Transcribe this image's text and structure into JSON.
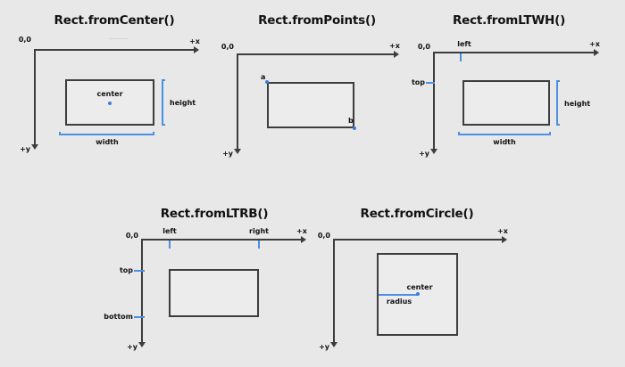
{
  "background_color": "#e8e8e8",
  "accent_color": "#4a90e2",
  "line_color": "#3d3d3d",
  "text_color": "#111111",
  "diagrams": [
    {
      "id": "from-center",
      "title": "Rect.fromCenter()",
      "origin_label": "0,0",
      "x_axis_label": "+x",
      "y_axis_label": "+y",
      "annotations": [
        "center",
        "height",
        "width"
      ]
    },
    {
      "id": "from-points",
      "title": "Rect.fromPoints()",
      "origin_label": "0,0",
      "x_axis_label": "+x",
      "y_axis_label": "+y",
      "annotations": [
        "a",
        "b"
      ]
    },
    {
      "id": "from-ltwh",
      "title": "Rect.fromLTWH()",
      "origin_label": "0,0",
      "x_axis_label": "+x",
      "y_axis_label": "+y",
      "annotations": [
        "left",
        "top",
        "height",
        "width"
      ]
    },
    {
      "id": "from-ltrb",
      "title": "Rect.fromLTRB()",
      "origin_label": "0,0",
      "x_axis_label": "+x",
      "y_axis_label": "+y",
      "annotations": [
        "left",
        "right",
        "top",
        "bottom"
      ]
    },
    {
      "id": "from-circle",
      "title": "Rect.fromCircle()",
      "origin_label": "0,0",
      "x_axis_label": "+x",
      "y_axis_label": "+y",
      "annotations": [
        "center",
        "radius"
      ]
    }
  ],
  "labels": {
    "origin": "0,0",
    "x_axis": "+x",
    "y_axis": "+y",
    "center": "center",
    "height": "height",
    "width": "width",
    "left": "left",
    "right": "right",
    "top": "top",
    "bottom": "bottom",
    "radius": "radius",
    "point_a": "a",
    "point_b": "b"
  }
}
